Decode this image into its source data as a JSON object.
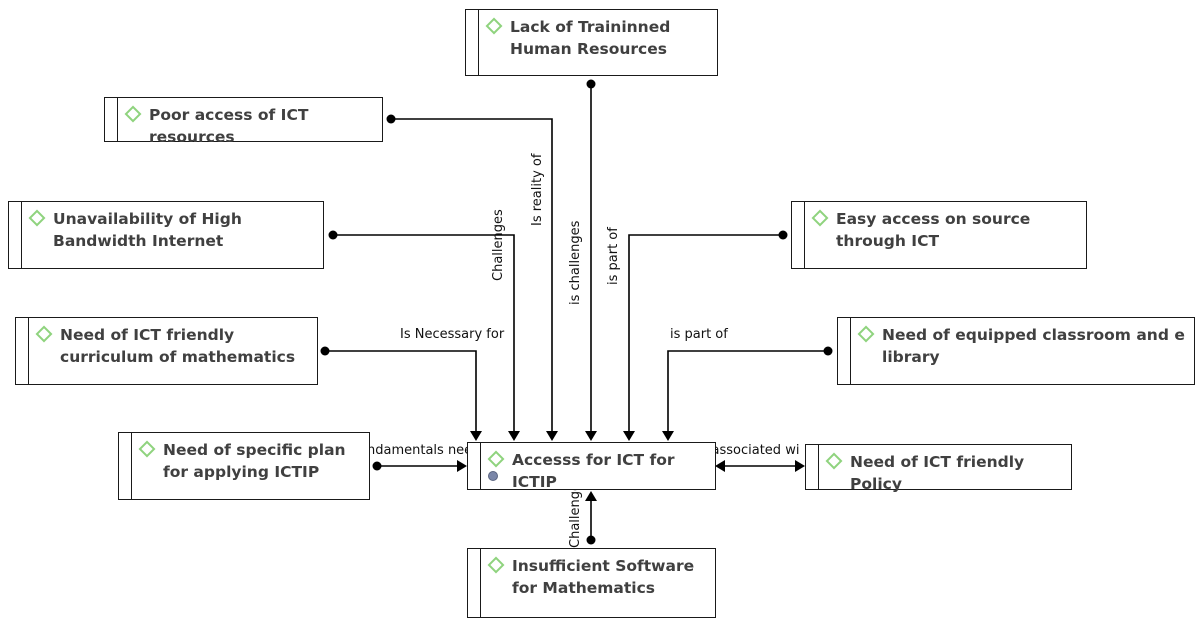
{
  "nodes": {
    "lack_trained": "Lack of Traininned Human Resources",
    "poor_access": "Poor access of ICT resources",
    "unavailability_bandwidth": "Unavailability of High Bandwidth Internet",
    "easy_access": "Easy access on source through ICT",
    "need_curriculum": "Need of ICT friendly curriculum of mathematics",
    "need_classroom": "Need of equipped classroom and e library",
    "need_plan": "Need of specific plan for applying ICTIP",
    "center": "Accesss for ICT for ICTIP",
    "need_policy": "Need of ICT friendly Policy",
    "insufficient_software": "Insufficient Software for Mathematics"
  },
  "edges": {
    "challenges": "Challenges",
    "is_reality_of": "Is reality of",
    "is_challenges": "is challenges",
    "is_part_of_1": "is part of",
    "is_part_of_2": "is part of",
    "is_necessary_for": "Is Necessary for",
    "fundamentals": "Fundamentals nee",
    "associated": "is associated wi",
    "challenge_bottom": "Challenge"
  },
  "colors": {
    "icon": "#8fd37e",
    "text": "#404040",
    "line": "#000000"
  }
}
